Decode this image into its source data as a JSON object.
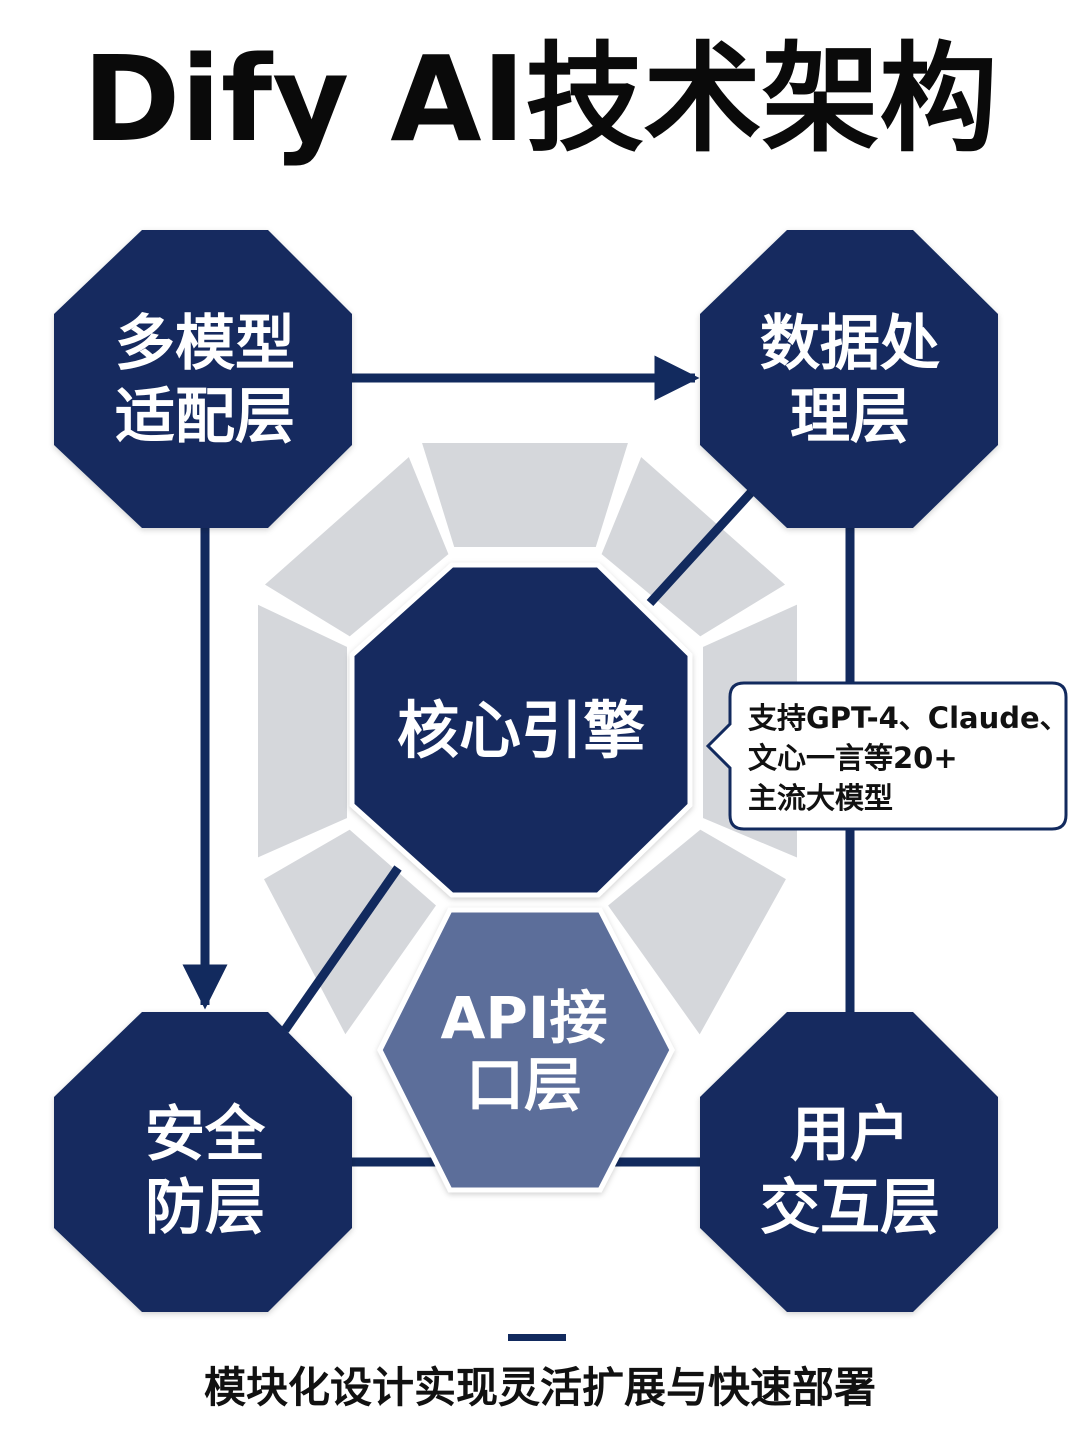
{
  "title": "Dify AI技术架构",
  "colors": {
    "navy": "#122a5e",
    "api_blue": "#5c6e9a",
    "ring_gray": "#d5d7db",
    "title_black": "#0a0a0a"
  },
  "nodes": {
    "multi_model": {
      "line1": "多模型",
      "line2": "适配层"
    },
    "data_processing": {
      "line1": "数据处",
      "line2": "理层"
    },
    "core_engine": {
      "label": "核心引擎"
    },
    "security": {
      "line1": "安全",
      "line2": "防层"
    },
    "api": {
      "line1": "API接",
      "line2": "口层"
    },
    "user_interaction": {
      "line1": "用户",
      "line2": "交互层"
    }
  },
  "callout": {
    "line1": "支持GPT-4、Claude、",
    "line2": "文心一言等20+",
    "line3": "主流大模型"
  },
  "footer": {
    "caption": "模块化设计实现灵活扩展与快速部署"
  }
}
